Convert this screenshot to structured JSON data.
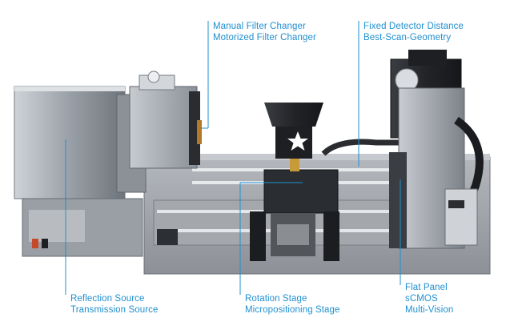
{
  "callouts": {
    "filter": {
      "lines": [
        "Manual Filter Changer",
        "Motorized Filter Changer"
      ]
    },
    "detector_distance": {
      "lines": [
        "Fixed Detector Distance",
        "Best-Scan-Geometry"
      ]
    },
    "source": {
      "lines": [
        "Reflection Source",
        "Transmission Source"
      ]
    },
    "stage": {
      "lines": [
        "Rotation Stage",
        "Micropositioning Stage"
      ]
    },
    "detector": {
      "lines": [
        "Flat Panel",
        "sCMOS",
        "Multi-Vision"
      ]
    }
  },
  "colors": {
    "accent": "#1f8fd0"
  },
  "icons": {
    "sample_marker": "star-icon"
  }
}
